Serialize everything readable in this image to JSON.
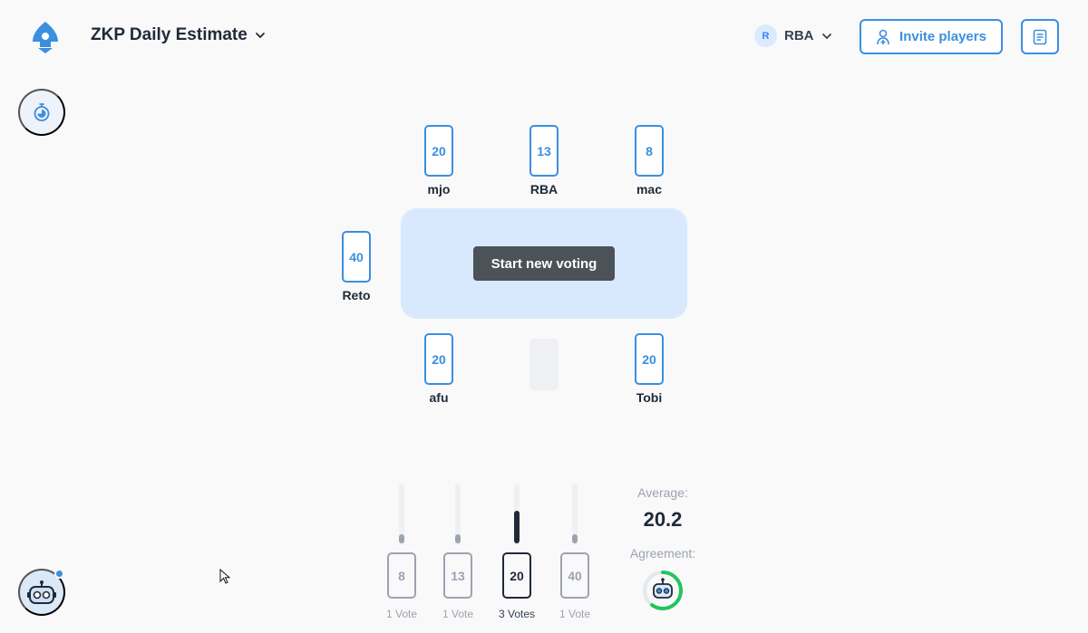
{
  "header": {
    "session_title": "ZKP Daily Estimate",
    "user": {
      "initial": "R",
      "name": "RBA"
    },
    "invite_label": "Invite players"
  },
  "table": {
    "start_button_label": "Start new voting",
    "players_top": [
      {
        "name": "mjo",
        "card": "20"
      },
      {
        "name": "RBA",
        "card": "13"
      },
      {
        "name": "mac",
        "card": "8"
      }
    ],
    "players_left": [
      {
        "name": "Reto",
        "card": "40"
      }
    ],
    "players_bottom": [
      {
        "name": "afu",
        "card": "20"
      },
      {
        "name": "",
        "card": ""
      },
      {
        "name": "Tobi",
        "card": "20"
      }
    ]
  },
  "results": {
    "columns": [
      {
        "value": "8",
        "votes_label": "1 Vote",
        "share": 0.2
      },
      {
        "value": "13",
        "votes_label": "1 Vote",
        "share": 0.2
      },
      {
        "value": "20",
        "votes_label": "3 Votes",
        "share": 0.6,
        "top": true
      },
      {
        "value": "40",
        "votes_label": "1 Vote",
        "share": 0.2
      }
    ],
    "average_label": "Average:",
    "average_value": "20.2",
    "agreement_label": "Agreement:",
    "agreement_share": 0.6
  },
  "colors": {
    "accent": "#3b8fde",
    "table": "#d8e9fd",
    "start_button": "#4b5358",
    "agreement": "#22c55e"
  },
  "icons": {
    "logo": "rocket-logo-icon",
    "timer": "stopwatch-icon",
    "invite": "user-plus-icon",
    "notes": "document-icon",
    "assistant": "robot-icon"
  }
}
